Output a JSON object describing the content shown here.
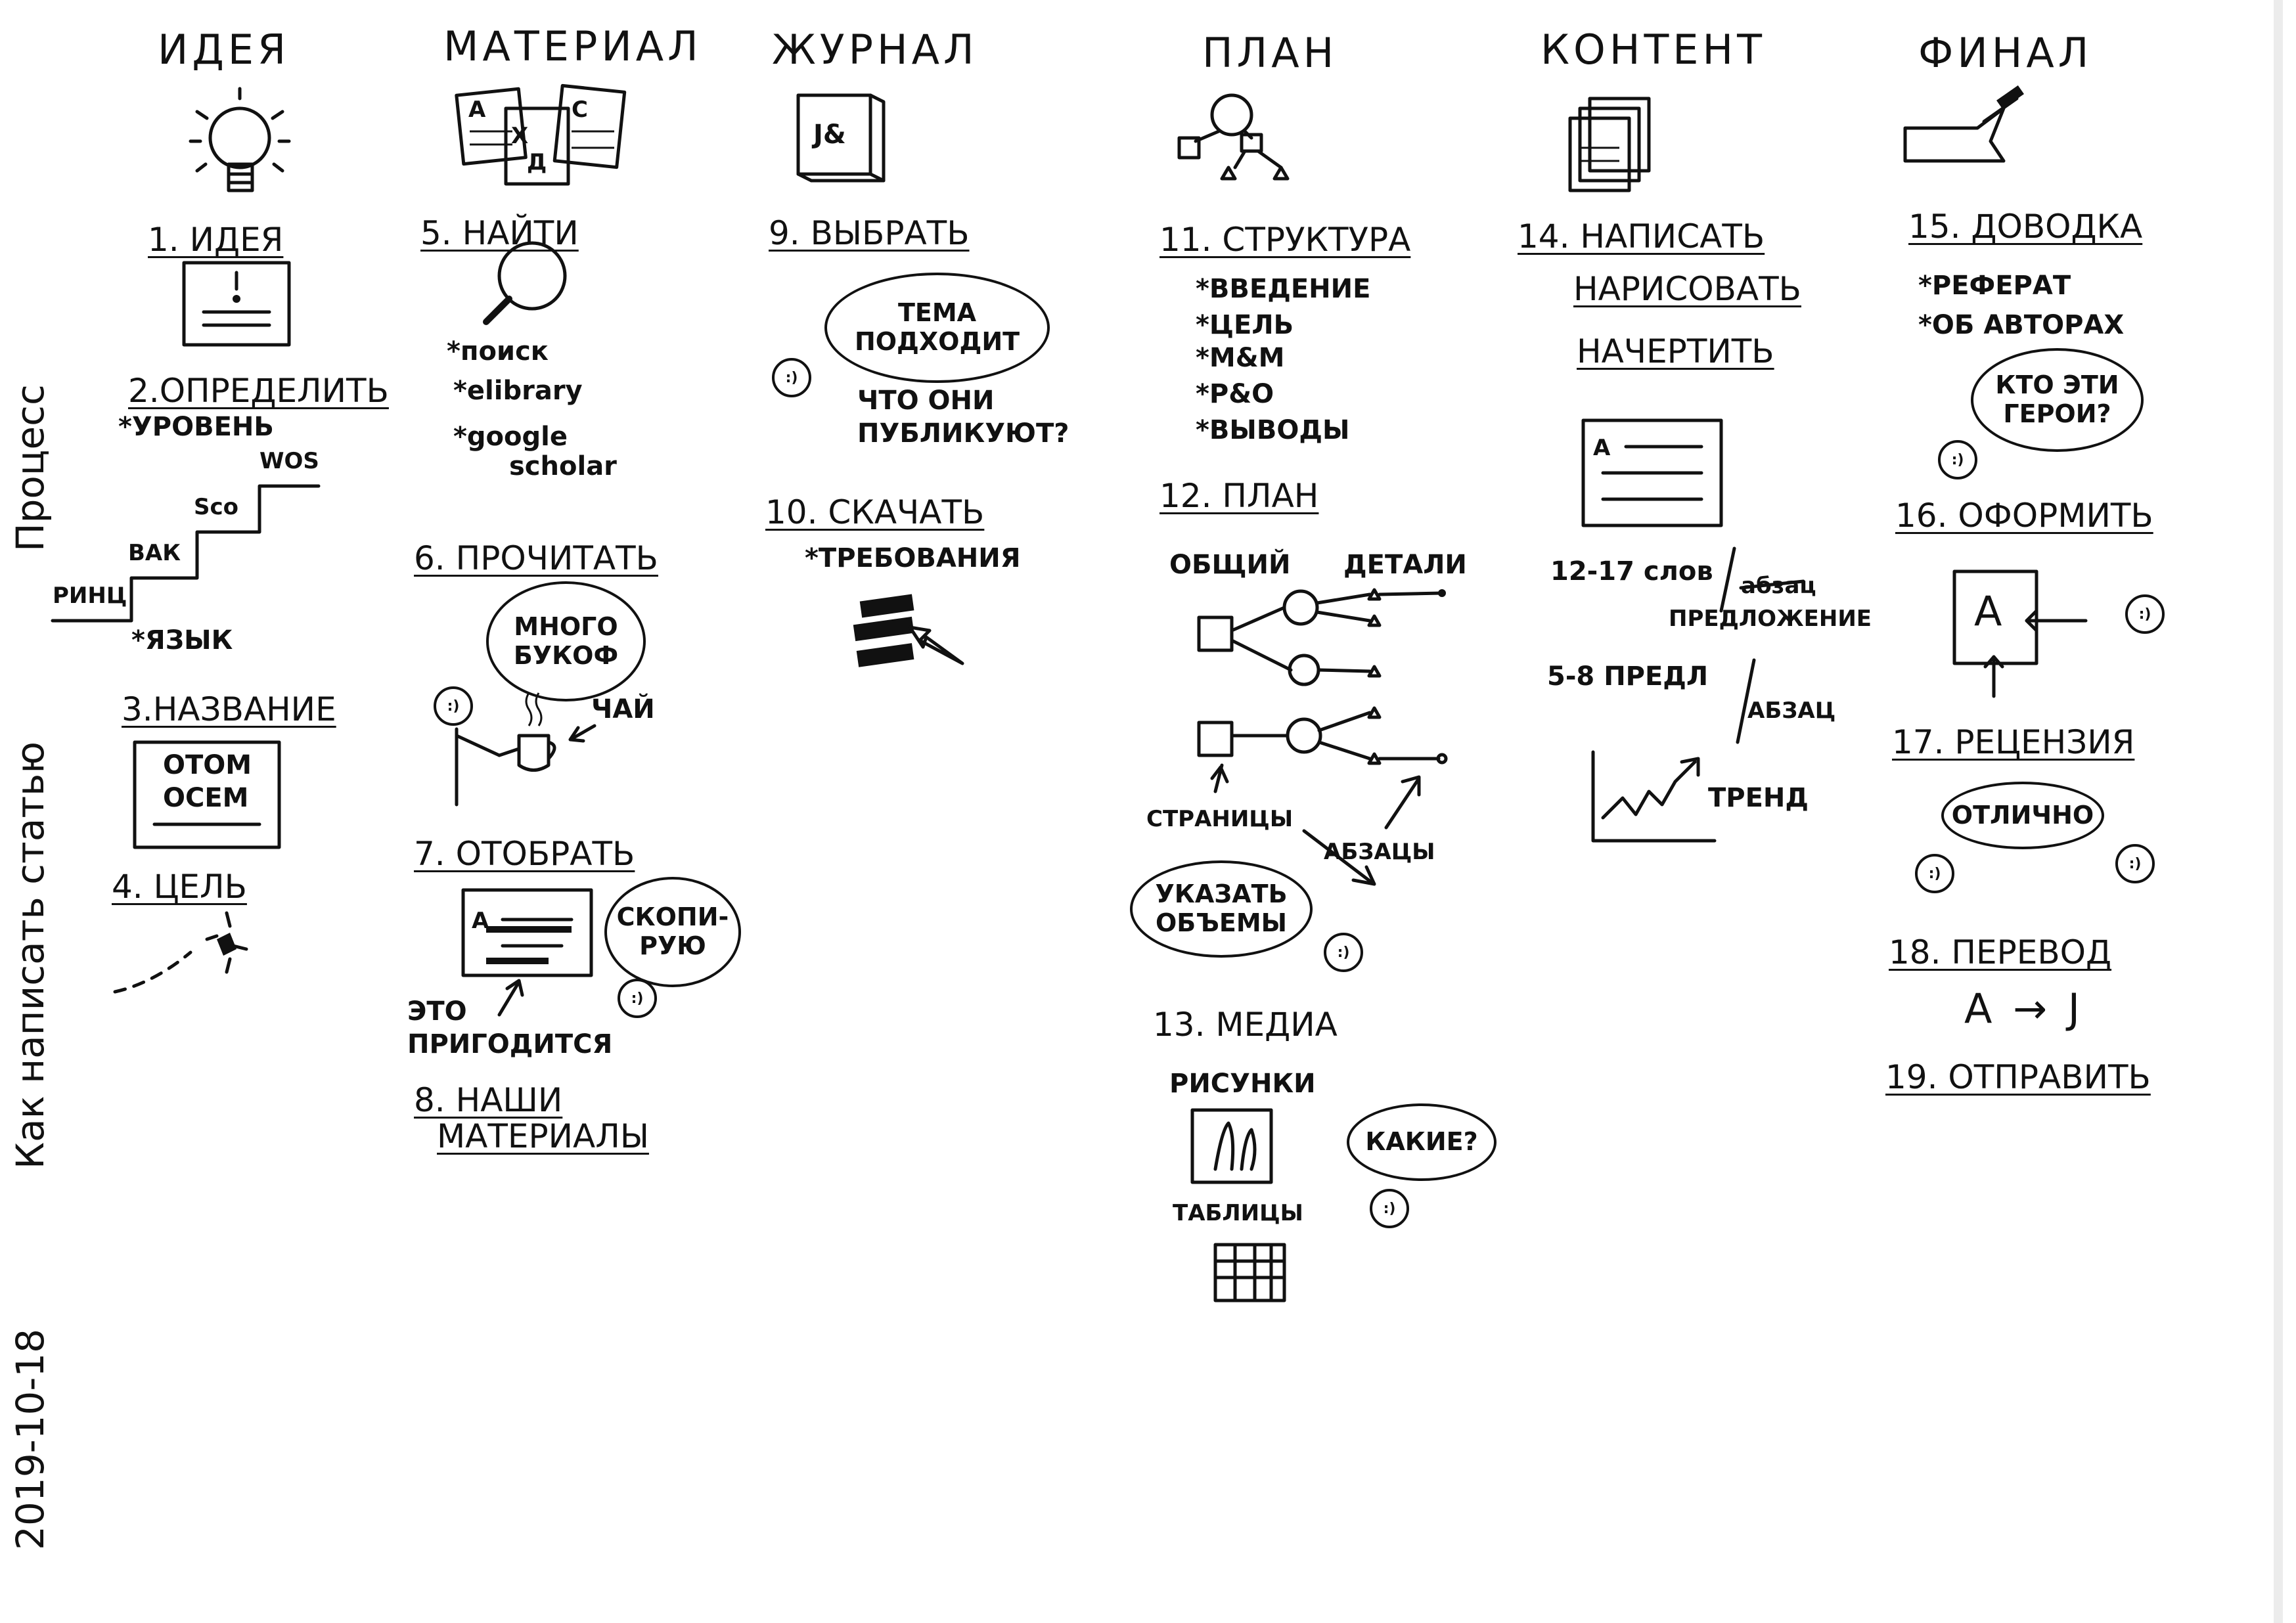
{
  "side": {
    "process": "Процесс",
    "title": "Как написать статью",
    "date": "2019-10-18"
  },
  "columns": [
    {
      "title": "ИДЕЯ"
    },
    {
      "title": "МАТЕРИАЛ"
    },
    {
      "title": "ЖУРНАЛ"
    },
    {
      "title": "ПЛАН"
    },
    {
      "title": "КОНТЕНТ"
    },
    {
      "title": "ФИНАЛ"
    }
  ],
  "idea": {
    "s1": "1. ИДЕЯ",
    "s2": "2.ОПРЕДЕЛИТЬ",
    "s2_items": [
      "*УРОВЕНЬ",
      "*ЯЗЫК"
    ],
    "levels": [
      "РИНЦ",
      "ВАК",
      "Sco",
      "WOS"
    ],
    "s3": "3.НАЗВАНИЕ",
    "s3_box": [
      "ОТОМ",
      "ОСЕМ"
    ],
    "s4": "4. ЦЕЛЬ"
  },
  "material": {
    "icon_letters": [
      "A",
      "C",
      "X",
      "Д"
    ],
    "s5": "5. НАЙТИ",
    "s5_items": [
      "*поиск",
      "*elibrary",
      "*google",
      "scholar"
    ],
    "s6": "6. ПРОЧИТАТЬ",
    "s6_bubble": [
      "МНОГО",
      "БУКОФ"
    ],
    "s6_tea": "ЧАЙ",
    "s7": "7. ОТОБРАТЬ",
    "s7_doc_letter": "A",
    "s7_bubble": [
      "СКОПИ-",
      "РУЮ"
    ],
    "s7_note": [
      "ЭТО",
      "ПРИГОДИТСЯ"
    ],
    "s8": [
      "8. НАШИ",
      "МАТЕРИАЛЫ"
    ]
  },
  "journal": {
    "icon_text": "J&",
    "s9": "9. ВЫБРАТЬ",
    "s9_bubble": [
      "ТЕМА",
      "ПОДХОДИТ"
    ],
    "s9_note": [
      "ЧТО ОНИ",
      "ПУБЛИКУЮТ?"
    ],
    "s10": "10. СКАЧАТЬ",
    "s10_item": "*ТРЕБОВАНИЯ"
  },
  "plan": {
    "s11": "11. СТРУКТУРА",
    "s11_items": [
      "*ВВЕДЕНИЕ",
      "*ЦЕЛЬ",
      "*M&M",
      "*P&O",
      "*ВЫВОДЫ"
    ],
    "s12": "12. ПЛАН",
    "s12_left": "ОБЩИЙ",
    "s12_right": "ДЕТАЛИ",
    "pages": "СТРАНИЦЫ",
    "paragraphs": "АБЗАЦЫ",
    "s12_bubble": [
      "УКАЗАТЬ",
      "ОБЪЕМЫ"
    ],
    "s13": "13. МЕДИА",
    "pictures": "РИСУНКИ",
    "tables": "ТАБЛИЦЫ",
    "s13_bubble": "КАКИЕ?"
  },
  "content": {
    "s14": [
      "14. НАПИСАТЬ",
      "НАРИСОВАТЬ",
      "НАЧЕРТИТЬ"
    ],
    "doc_letter": "A",
    "words": "12-17 слов",
    "struck": "абзац",
    "sentence": "ПРЕДЛОЖЕНИЕ",
    "sentences": "5-8 ПРЕДЛ",
    "paragraph": "АБЗАЦ",
    "trend": "ТРЕНД"
  },
  "final": {
    "s15": "15. ДОВОДКА",
    "s15_items": [
      "*РЕФЕРАТ",
      "*ОБ АВТОРАХ"
    ],
    "s15_bubble": [
      "КТО ЭТИ",
      "ГЕРОИ?"
    ],
    "s16": "16. ОФОРМИТЬ",
    "s16_letter": "A",
    "s17": "17. РЕЦЕНЗИЯ",
    "s17_bubble": "ОТЛИЧНО",
    "s18": "18. ПЕРЕВОД",
    "s18_translate": "A → J",
    "s19": "19. ОТПРАВИТЬ"
  }
}
